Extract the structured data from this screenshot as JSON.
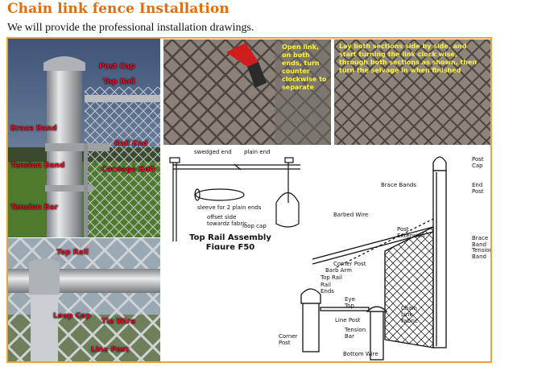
{
  "page": {
    "title": "Chain link fence Installation",
    "subtitle": "We will provide the professional installation drawings."
  },
  "photo_main": {
    "labels": {
      "post_cap": "Post Cap",
      "top_rail": "Top Rail",
      "brace_band": "Brace Band",
      "rail_end": "Rail End",
      "tension_band": "Tension Band",
      "carriage_bolt": "Carriage Bolt",
      "tension_bar": "Tension Bar"
    }
  },
  "photo_open_link": {
    "note": "Open link, on both ends, turn counter clockwise to separate"
  },
  "photo_join": {
    "note": "Lay both sections side by side, and start turning the link clock wise, through both sections as shown, then turn the selvage in when finished"
  },
  "photo_closeup": {
    "labels": {
      "top_rail": "Top Rail",
      "loop_cap": "Loop Cap",
      "tie_wire": "Tie Wire",
      "line_post": "Line Post"
    }
  },
  "rail_diagram": {
    "labels": {
      "swedged_end": "swedged end",
      "plain_end": "plain end",
      "sleeve": "sleeve for 2 plain ends",
      "offset_side": "offset side\ntowardz fabric",
      "loop_cap": "loop cap"
    },
    "title": "Top Rail Assembly\nFigure F50"
  },
  "fence_diagram": {
    "labels": {
      "post_cap": "Post\nCap",
      "brace_bands": "Brace Bands",
      "end_post": "End\nPost",
      "barbed_wire": "Barbed Wire",
      "post_extension": "Post\nExtension",
      "corner_post": "Corner Post",
      "barb_arm": "Barb Arm",
      "top_rail": "Top Rail",
      "rail_ends": "Rail\nEnds",
      "eye_top": "Eye\nTop",
      "line_post": "Line Post",
      "chain_link_fabric": "Chain\nLink\nFabric",
      "brace_band": "Brace\nBand",
      "tension_band": "Tension\nBand",
      "tension_bar": "Tension\nBar",
      "corner_post_bottom": "Corner\nPost",
      "bottom_wire": "Bottom Wire"
    }
  }
}
